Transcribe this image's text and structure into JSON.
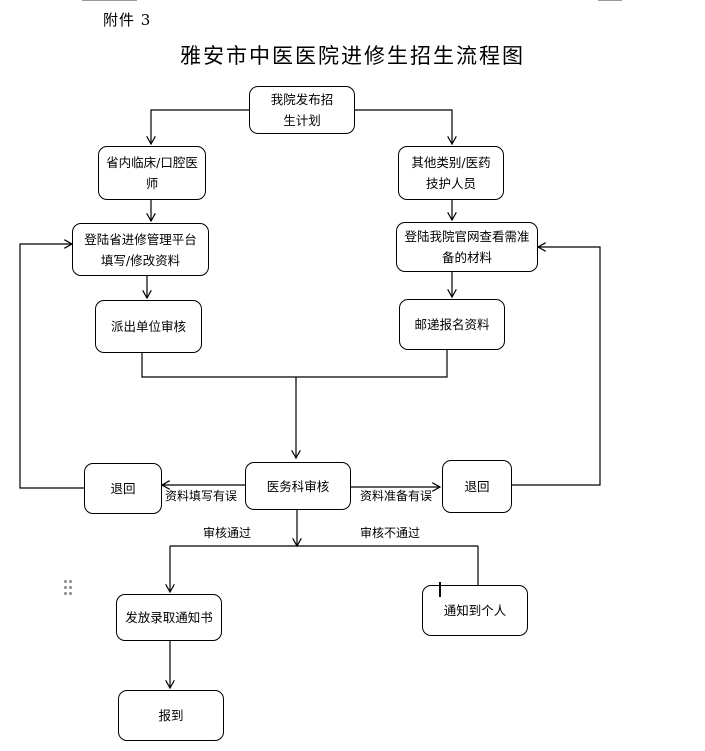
{
  "header": {
    "annex": "附件 3"
  },
  "title": "雅安市中医医院进修生招生流程图",
  "nodes": {
    "plan": "我院发布招生计划",
    "left_type": "省内临床/口腔医师",
    "right_type": "其他类别/医药技护人员",
    "left_platform": "登陆省进修管理平台填写/修改资料",
    "right_website": "登陆我院官网查看需准备的材料",
    "left_review": "派出单位审核",
    "right_mail": "邮递报名资料",
    "medical_review": "医务科审核",
    "return_left": "退回",
    "return_right": "退回",
    "notice": "发放录取通知书",
    "notify_person": "通知到个人",
    "report": "报到"
  },
  "labels": {
    "left_error": "资料填写有误",
    "right_error": "资料准备有误",
    "pass": "审核通过",
    "fail": "审核不通过"
  }
}
